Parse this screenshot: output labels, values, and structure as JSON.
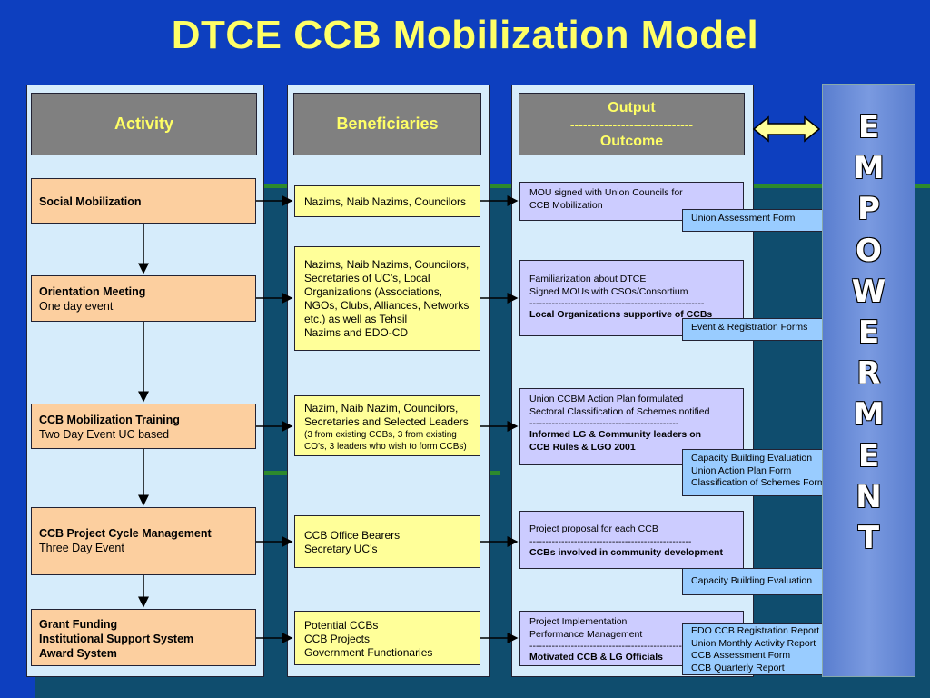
{
  "title": "DTCE CCB Mobilization Model",
  "headers": {
    "activity": "Activity",
    "beneficiaries": "Beneficiaries",
    "output": "Output",
    "output_sep": "-----------------------------",
    "outcome": "Outcome"
  },
  "activities": [
    {
      "title": "Social Mobilization",
      "sub": ""
    },
    {
      "title": "Orientation Meeting",
      "sub": "One day event"
    },
    {
      "title": "CCB Mobilization Training",
      "sub": "Two Day Event UC based"
    },
    {
      "title": "CCB Project Cycle Management",
      "sub": "Three Day Event"
    },
    {
      "title": "Grant Funding",
      "sub": "Institutional Support System",
      "sub2": "Award System"
    }
  ],
  "beneficiaries": [
    {
      "lines": [
        "Nazims, Naib Nazims, Councilors"
      ]
    },
    {
      "lines": [
        "Nazims, Naib Nazims, Councilors,",
        "Secretaries of UC’s, Local",
        "Organizations (Associations,",
        "NGOs, Clubs, Alliances, Networks",
        "etc.) as well as Tehsil",
        "Nazims and EDO-CD"
      ]
    },
    {
      "lines": [
        "Nazim, Naib Nazim, Councilors,",
        "Secretaries and Selected Leaders"
      ],
      "small": [
        "(3 from existing CCBs, 3 from existing",
        "CO’s, 3 leaders who wish to form CCBs)"
      ]
    },
    {
      "lines": [
        "CCB Office Bearers",
        "Secretary UC’s"
      ]
    },
    {
      "lines": [
        "Potential CCBs",
        "CCB Projects",
        "Government Functionaries"
      ]
    }
  ],
  "outputs": [
    {
      "lines": [
        "MOU signed with Union Councils for",
        "CCB Mobilization"
      ],
      "sep": "",
      "outcome": ""
    },
    {
      "lines": [
        "Familiarization about DTCE",
        "Signed MOUs with CSOs/Consortium"
      ],
      "sep": "-------------------------------------------------------",
      "outcome": "Local Organizations supportive of CCBs"
    },
    {
      "lines": [
        "Union CCBM Action Plan formulated",
        "Sectoral Classification of Schemes notified"
      ],
      "sep": "-----------------------------------------------",
      "outcome": "Informed LG & Community leaders on CCB Rules & LGO 2001"
    },
    {
      "lines": [
        "Project proposal for each CCB"
      ],
      "sep": "---------------------------------------------------",
      "outcome": "CCBs involved in community development"
    },
    {
      "lines": [
        "Project Implementation",
        "Performance Management"
      ],
      "sep": "---------------------------------------------------",
      "outcome": "Motivated CCB & LG Officials"
    }
  ],
  "tags": [
    {
      "lines": [
        "Union Assessment Form"
      ]
    },
    {
      "lines": [
        "Event & Registration Forms"
      ]
    },
    {
      "lines": [
        "Capacity Building Evaluation",
        "Union Action Plan Form",
        "Classification of Schemes Form"
      ]
    },
    {
      "lines": [
        "Capacity Building Evaluation"
      ]
    },
    {
      "lines": [
        "EDO CCB Registration Report",
        "Union Monthly Activity Report",
        "CCB Assessment Form",
        "CCB Quarterly Report"
      ]
    }
  ],
  "empowerment": [
    "E",
    "M",
    "P",
    "O",
    "W",
    "E",
    "R",
    "M",
    "E",
    "N",
    "T"
  ]
}
